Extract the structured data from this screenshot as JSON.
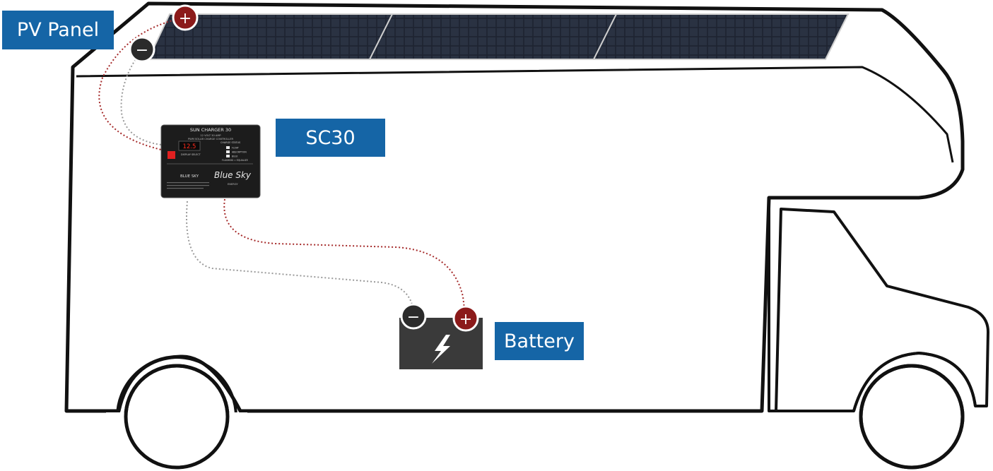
{
  "labels": {
    "pv_panel": "PV Panel",
    "controller": "SC30",
    "battery": "Battery"
  },
  "terminals": {
    "positive": "+",
    "negative": "−"
  },
  "controller_face": {
    "title": "SUN CHARGER 30",
    "subtitle_1": "12 VOLT  30 AMP",
    "subtitle_2": "PWM SOLAR CHARGE CONTROLLER",
    "display_value": "12.5",
    "display_select": "DISPLAY SELECT",
    "charge_status": "CHARGE STATUS",
    "status_float": "FLOAT",
    "status_absorption": "ABSORPTION",
    "status_bulk": "BULK",
    "status_flashing": "FLASHING = EQUALIZE",
    "brand_small": "BLUE SKY",
    "brand_script": "Blue Sky",
    "brand_energy": "ENERGY"
  },
  "colors": {
    "label_bg": "#1565a6",
    "label_text": "#ffffff",
    "positive_terminal": "#8b1a1a",
    "negative_terminal": "#2b2b2b",
    "positive_wire": "#a52a2a",
    "negative_wire": "#9a9a9a",
    "battery_body": "#3a3a3a",
    "controller_body": "#1c1c1c",
    "panel_cells": "#1d2330",
    "rv_outline": "#111111"
  },
  "icons": {
    "battery_symbol": "lightning-bolt-icon"
  }
}
